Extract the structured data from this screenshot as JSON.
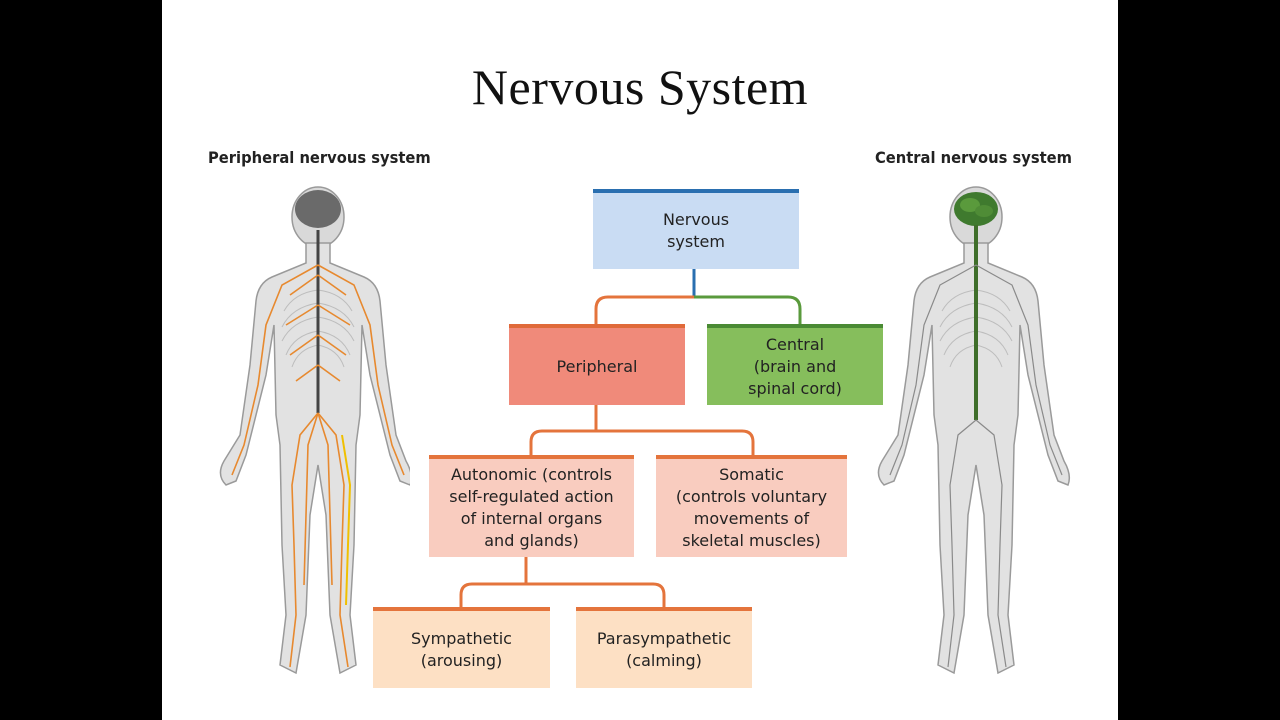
{
  "title": "Nervous System",
  "labels": {
    "peripheral_side": "Peripheral nervous system",
    "central_side": "Central nervous system"
  },
  "nodes": {
    "nervous_system": "Nervous\nsystem",
    "peripheral": "Peripheral",
    "central": "Central\n(brain and\nspinal cord)",
    "autonomic": "Autonomic (controls\nself-regulated action\nof internal organs\nand glands)",
    "somatic": "Somatic\n(controls voluntary\nmovements of\nskeletal muscles)",
    "sympathetic": "Sympathetic\n(arousing)",
    "parasympathetic": "Parasympathetic\n(calming)"
  },
  "colors": {
    "nervous_system_fill": "#c9dcf3",
    "nervous_system_edge": "#2a6fb0",
    "peripheral_fill": "#f08a7a",
    "peripheral_edge": "#e06a3a",
    "central_fill": "#86be5c",
    "central_edge": "#4a8a34",
    "autonomic_fill": "#f9ccbf",
    "sympathetic_fill": "#fde0c4",
    "connector_orange": "#e4743c",
    "connector_green": "#5a9a3c",
    "connector_blue": "#2a6fb0",
    "peripheral_nerves": "#e7892f",
    "central_nerves": "#3f6e2a"
  },
  "figures": {
    "left": "body-with-peripheral-nerves",
    "right": "body-with-central-nervous-system"
  }
}
